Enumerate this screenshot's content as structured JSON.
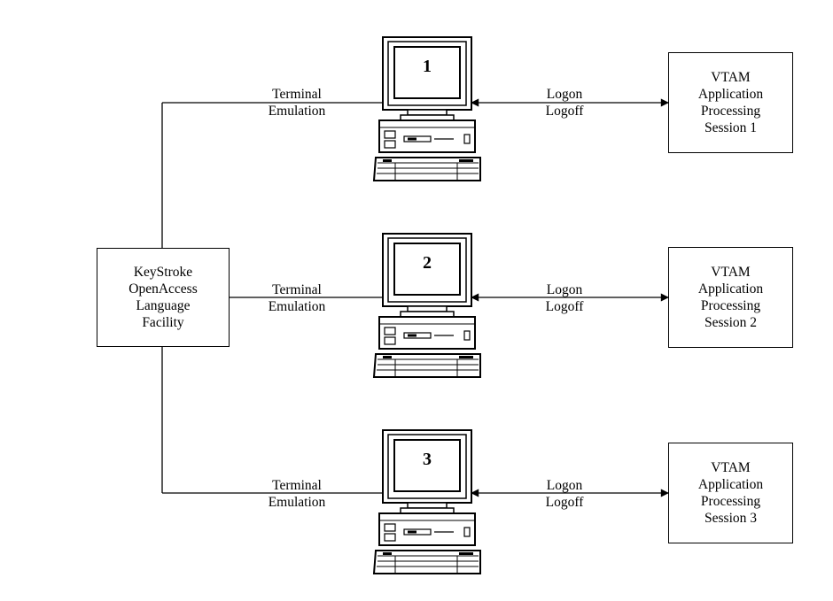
{
  "facility": {
    "label": "KeyStroke\nOpenAccess\nLanguage\nFacility"
  },
  "sessions": [
    {
      "terminal_number": "1",
      "terminal_label": "Terminal\nEmulation",
      "link_label": "Logon\nLogoff",
      "app_label": "VTAM\nApplication\nProcessing\nSession 1"
    },
    {
      "terminal_number": "2",
      "terminal_label": "Terminal\nEmulation",
      "link_label": "Logon\nLogoff",
      "app_label": "VTAM\nApplication\nProcessing\nSession 2"
    },
    {
      "terminal_number": "3",
      "terminal_label": "Terminal\nEmulation",
      "link_label": "Logon\nLogoff",
      "app_label": "VTAM\nApplication\nProcessing\nSession 3"
    }
  ]
}
